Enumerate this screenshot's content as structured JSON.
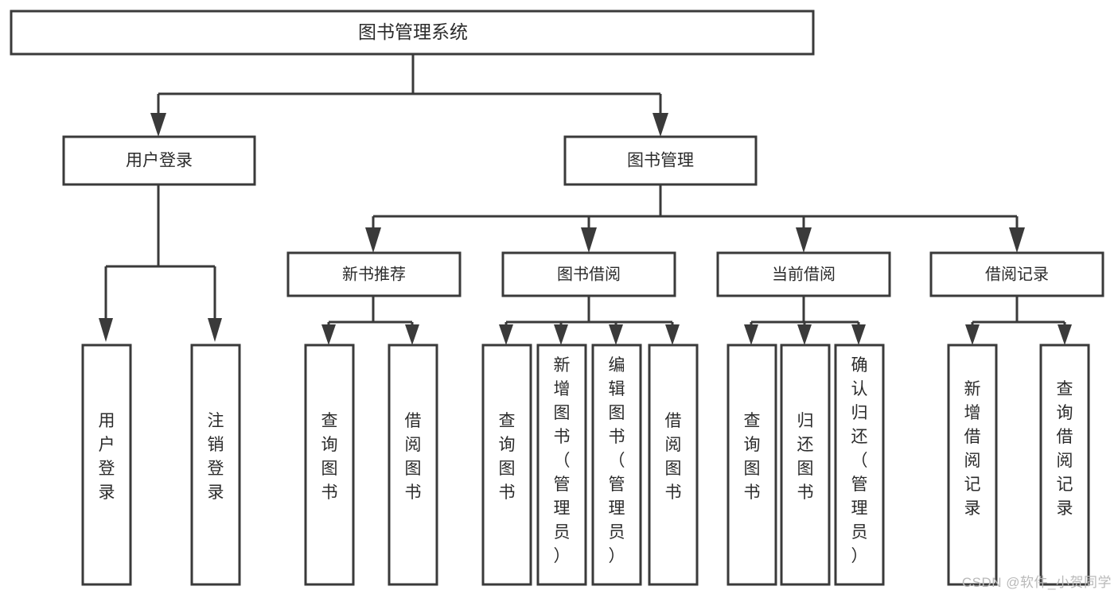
{
  "diagram": {
    "type": "tree",
    "title": "图书管理系统",
    "watermark": "CSDN @软件_小贺同学",
    "colors": {
      "background": "#ffffff",
      "box_fill": "#ffffff",
      "stroke": "#3a3a3a",
      "text": "#2b2b2b",
      "watermark": "#b9b9b9"
    },
    "root": {
      "label": "图书管理系统"
    },
    "level1": [
      {
        "label": "用户登录"
      },
      {
        "label": "图书管理"
      }
    ],
    "level2": [
      {
        "label": "新书推荐"
      },
      {
        "label": "图书借阅"
      },
      {
        "label": "当前借阅"
      },
      {
        "label": "借阅记录"
      }
    ],
    "leaves": {
      "user_login": [
        {
          "label": "用户登录"
        },
        {
          "label": "注销登录"
        }
      ],
      "new_book_recommend": [
        {
          "label": "查询图书"
        },
        {
          "label": "借阅图书"
        }
      ],
      "book_borrow": [
        {
          "label": "查询图书"
        },
        {
          "label": "新增图书（管理员）"
        },
        {
          "label": "编辑图书（管理员）"
        },
        {
          "label": "借阅图书"
        }
      ],
      "current_borrow": [
        {
          "label": "查询图书"
        },
        {
          "label": "归还图书"
        },
        {
          "label": "确认归还（管理员）"
        }
      ],
      "borrow_record": [
        {
          "label": "新增借阅记录"
        },
        {
          "label": "查询借阅记录"
        }
      ]
    }
  }
}
